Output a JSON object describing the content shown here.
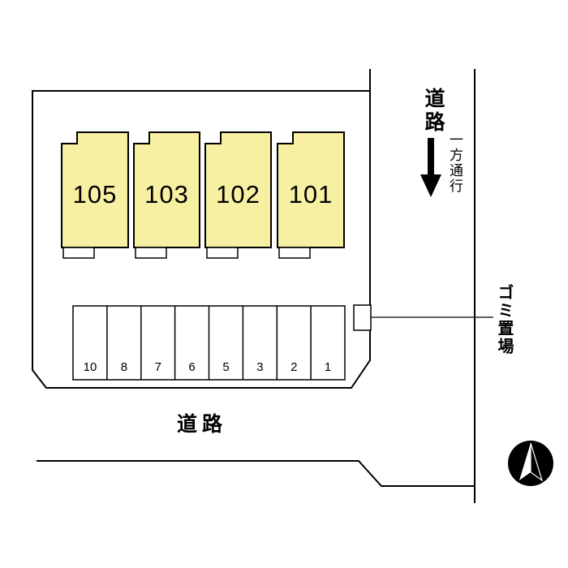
{
  "plan": {
    "buildings": [
      {
        "label": "105"
      },
      {
        "label": "103"
      },
      {
        "label": "102"
      },
      {
        "label": "101"
      }
    ],
    "parking_spaces": [
      "10",
      "8",
      "7",
      "6",
      "5",
      "3",
      "2",
      "1"
    ],
    "labels": {
      "road_right": "道路",
      "one_way": "一方通行",
      "garbage": "ゴミ置場",
      "road_bottom": "道路"
    },
    "colors": {
      "building_fill": "#f7f0a2",
      "line": "#000000",
      "background": "#ffffff"
    }
  }
}
